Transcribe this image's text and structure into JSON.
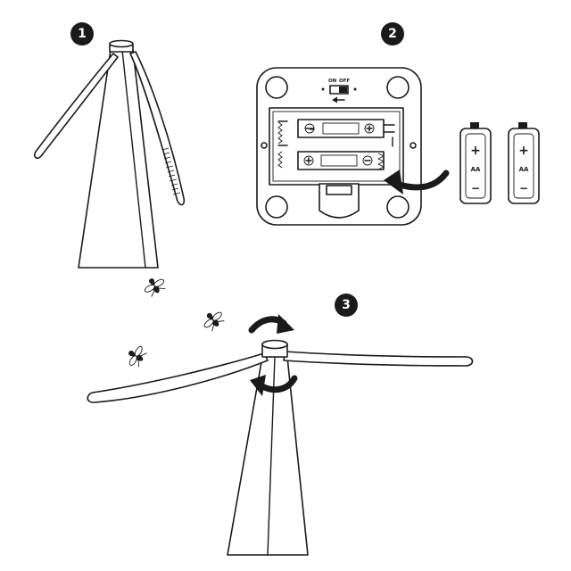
{
  "steps": [
    {
      "number": "1"
    },
    {
      "number": "2"
    },
    {
      "number": "3"
    }
  ],
  "switch": {
    "on_label": "ON",
    "off_label": "OFF"
  },
  "batteries": [
    {
      "plus": "+",
      "label": "AA",
      "minus": "−"
    },
    {
      "plus": "+",
      "label": "AA",
      "minus": "−"
    }
  ],
  "colors": {
    "ink": "#1a1a1a",
    "background": "#ffffff"
  }
}
